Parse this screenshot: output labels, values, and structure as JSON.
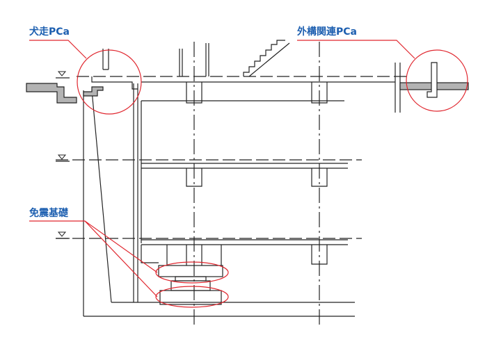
{
  "callouts": {
    "walkway_pca": "犬走PCa",
    "exterior_pca": "外構関連PCa",
    "seismic_foundation": "免震基礎"
  },
  "level_marker_symbol": "▽",
  "colors": {
    "line": "#222222",
    "callout_text": "#1d5fb0",
    "callout_circle": "#e0262e",
    "pca_fill": "#b3b3b3"
  }
}
